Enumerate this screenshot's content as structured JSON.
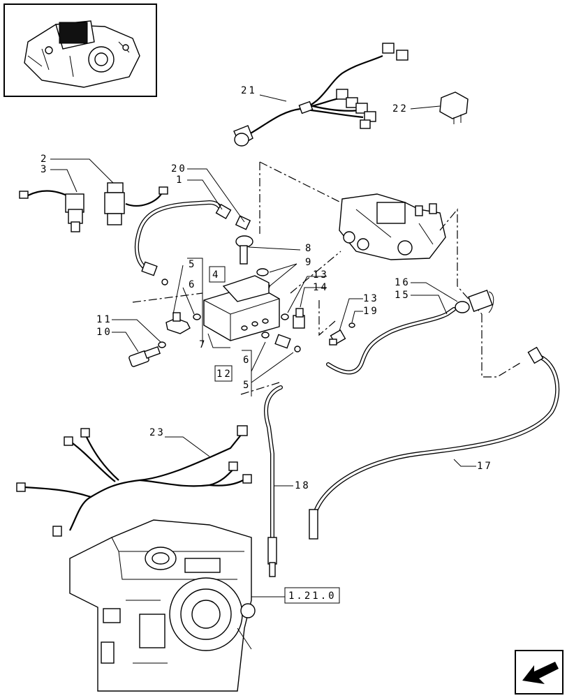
{
  "callouts": {
    "c1": "1",
    "c2": "2",
    "c3": "3",
    "c4": "4",
    "c5a": "5",
    "c5b": "5",
    "c6a": "6",
    "c6b": "6",
    "c7": "7",
    "c8": "8",
    "c9": "9",
    "c10": "10",
    "c11": "11",
    "c12": "12",
    "c13a": "13",
    "c13b": "13",
    "c14": "14",
    "c15": "15",
    "c16": "16",
    "c17": "17",
    "c18": "18",
    "c19": "19",
    "c20": "20",
    "c21": "21",
    "c22": "22",
    "c23": "23"
  },
  "reference": {
    "ref_1_21_0": "1.21.0"
  },
  "icons": {
    "thumbnail": "assembly-thumbnail-icon",
    "nav": "next-page-arrow-icon"
  }
}
